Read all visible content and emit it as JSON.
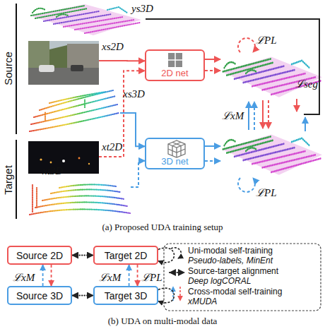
{
  "diagram": {
    "nodes": [
      {
        "text": [
          "ys3D"
        ]
      },
      {
        "text": [
          "xs2D"
        ]
      },
      {
        "text": [
          "xs3D"
        ]
      },
      {
        "text": [
          "xt2D"
        ]
      },
      {
        "text": [
          "xt3D"
        ]
      },
      {
        "text": [
          "2D net"
        ]
      },
      {
        "text": [
          "3D net"
        ]
      },
      {
        "text": [
          "Source 2D"
        ]
      },
      {
        "text": [
          "Target 2D"
        ]
      },
      {
        "text": [
          "Source 3D"
        ]
      },
      {
        "text": [
          "Target 3D"
        ]
      }
    ],
    "edges": [
      {
        "from": 1,
        "to": 5,
        "arrow": "to"
      },
      {
        "from": 3,
        "to": 5,
        "arrow": "to"
      },
      {
        "from": 2,
        "to": 6,
        "arrow": "to"
      },
      {
        "from": 4,
        "to": 6,
        "arrow": "to"
      },
      {
        "from": 7,
        "to": 8,
        "arrow": "both"
      },
      {
        "from": 9,
        "to": 10,
        "arrow": "both"
      },
      {
        "from": 7,
        "to": 9,
        "arrow": "to"
      },
      {
        "from": 9,
        "to": 7,
        "arrow": "to"
      },
      {
        "from": 8,
        "to": 10,
        "arrow": "to"
      },
      {
        "from": 10,
        "to": 8,
        "arrow": "to"
      },
      {
        "from": 8,
        "to": 8,
        "arrow": "to"
      },
      {
        "from": 10,
        "to": 10,
        "arrow": "to"
      }
    ],
    "labels": [
      "Source",
      "Target",
      "ℒPL",
      "ℒseg",
      "ℒxM",
      "ℒPL",
      "(a) Proposed UDA training setup",
      "ℒxM",
      "ℒxM",
      "ℒPL",
      "Pseudo-labels, MinEnt",
      "Deep logCORAL",
      "xMUDA",
      "(b) UDA on multi-modal data"
    ],
    "legend": [
      {
        "text": "Uni-modal self-training"
      },
      {
        "text": "Source-target alignment"
      },
      {
        "text": "Cross-modal self-training"
      }
    ]
  }
}
